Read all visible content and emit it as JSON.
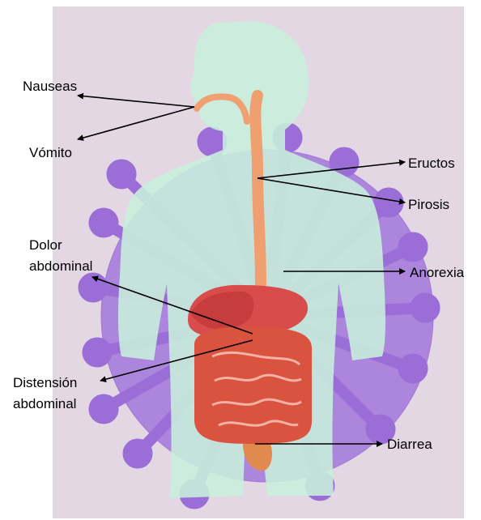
{
  "colors": {
    "background_panel": "#e3d7e3",
    "virus": "#9b6dd6",
    "virus_dark": "#8a5cc8",
    "body": "#c8f0dc",
    "esophagus": "#f0a070",
    "stomach": "#d84c4c",
    "intestine": "#d9533f",
    "arrow": "#000000"
  },
  "labels": {
    "nauseas": "Nauseas",
    "vomito": "Vómito",
    "eructos": "Eructos",
    "pirosis": "Pirosis",
    "dolor_line1": "Dolor",
    "dolor_line2": "abdominal",
    "anorexia": "Anorexia",
    "distension_line1": "Distensión",
    "distension_line2": "abdominal",
    "diarrea": "Diarrea"
  }
}
